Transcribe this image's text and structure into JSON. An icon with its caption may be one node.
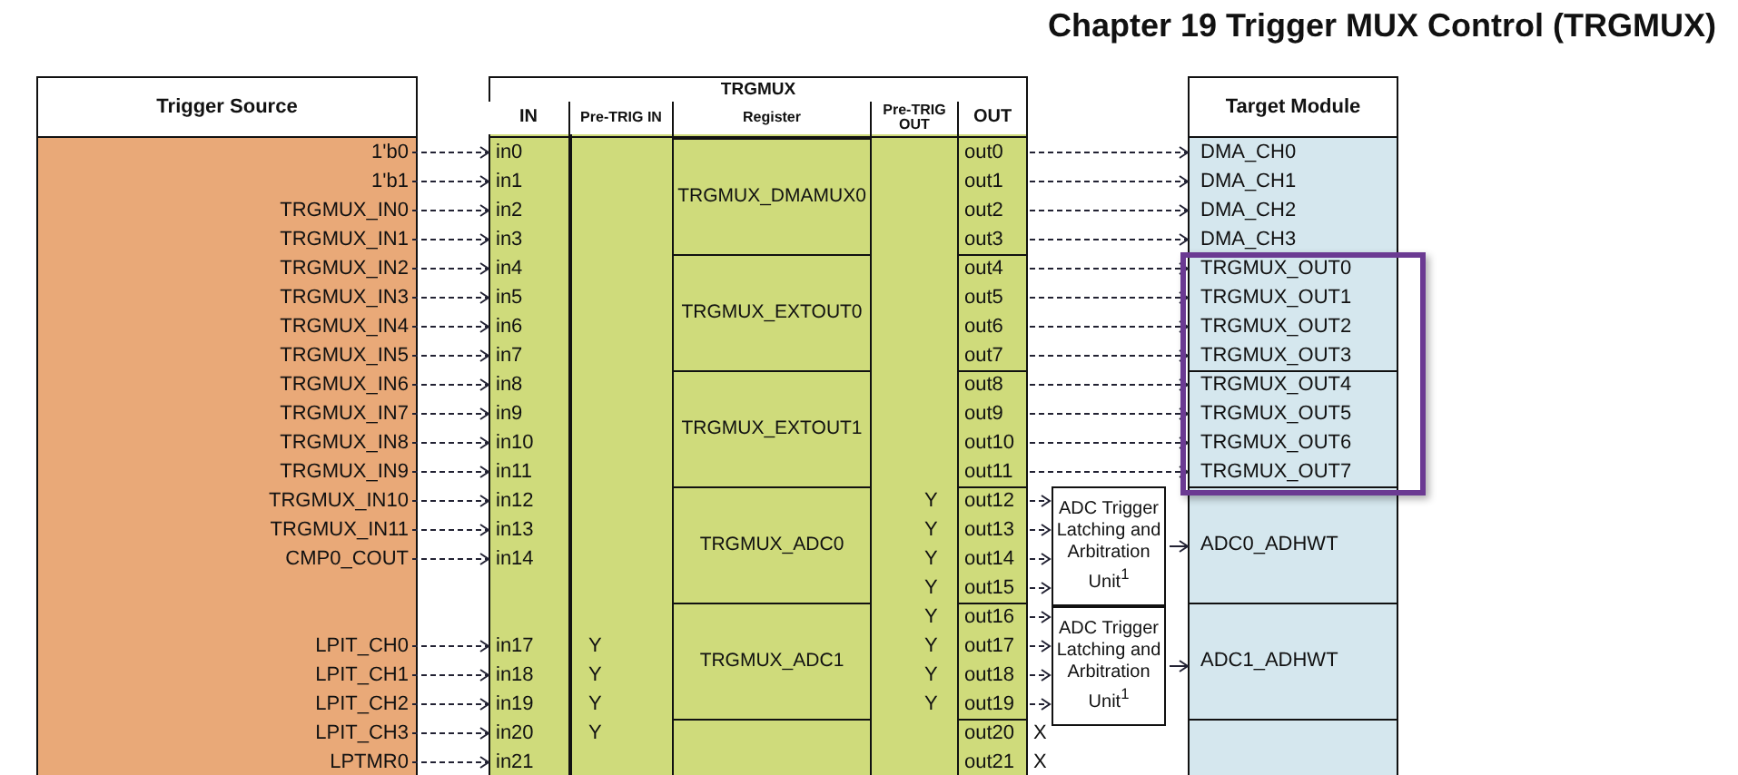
{
  "diagram": {
    "title": "Chapter 19 Trigger MUX Control (TRGMUX)",
    "nodes": [
      {
        "text": [
          "Trigger Source"
        ]
      },
      {
        "text": [
          "1'b0"
        ],
        "in": 0
      },
      {
        "text": [
          "1'b1"
        ],
        "in": 0
      },
      {
        "text": [
          "TRGMUX_IN0"
        ],
        "in": 0
      },
      {
        "text": [
          "TRGMUX_IN1"
        ],
        "in": 0
      },
      {
        "text": [
          "TRGMUX_IN2"
        ],
        "in": 0
      },
      {
        "text": [
          "TRGMUX_IN3"
        ],
        "in": 0
      },
      {
        "text": [
          "TRGMUX_IN4"
        ],
        "in": 0
      },
      {
        "text": [
          "TRGMUX_IN5"
        ],
        "in": 0
      },
      {
        "text": [
          "TRGMUX_IN6"
        ],
        "in": 0
      },
      {
        "text": [
          "TRGMUX_IN7"
        ],
        "in": 0
      },
      {
        "text": [
          "TRGMUX_IN8"
        ],
        "in": 0
      },
      {
        "text": [
          "TRGMUX_IN9"
        ],
        "in": 0
      },
      {
        "text": [
          "TRGMUX_IN10"
        ],
        "in": 0
      },
      {
        "text": [
          "TRGMUX_IN11"
        ],
        "in": 0
      },
      {
        "text": [
          "CMP0_COUT"
        ],
        "in": 0
      },
      {
        "text": [
          "LPIT_CH0"
        ],
        "in": 0
      },
      {
        "text": [
          "LPIT_CH1"
        ],
        "in": 0
      },
      {
        "text": [
          "LPIT_CH2"
        ],
        "in": 0
      },
      {
        "text": [
          "LPIT_CH3"
        ],
        "in": 0
      },
      {
        "text": [
          "LPTMR0"
        ],
        "in": 0
      },
      {
        "text": [
          "TRGMUX"
        ]
      },
      {
        "text": [
          "in0"
        ],
        "in": 21
      },
      {
        "text": [
          "in1"
        ],
        "in": 21
      },
      {
        "text": [
          "in2"
        ],
        "in": 21
      },
      {
        "text": [
          "in3"
        ],
        "in": 21
      },
      {
        "text": [
          "in4"
        ],
        "in": 21
      },
      {
        "text": [
          "in5"
        ],
        "in": 21
      },
      {
        "text": [
          "in6"
        ],
        "in": 21
      },
      {
        "text": [
          "in7"
        ],
        "in": 21
      },
      {
        "text": [
          "in8"
        ],
        "in": 21
      },
      {
        "text": [
          "in9"
        ],
        "in": 21
      },
      {
        "text": [
          "in10"
        ],
        "in": 21
      },
      {
        "text": [
          "in11"
        ],
        "in": 21
      },
      {
        "text": [
          "in12"
        ],
        "in": 21
      },
      {
        "text": [
          "in13"
        ],
        "in": 21
      },
      {
        "text": [
          "in14"
        ],
        "in": 21
      },
      {
        "text": [
          "in17"
        ],
        "in": 21
      },
      {
        "text": [
          "in18"
        ],
        "in": 21
      },
      {
        "text": [
          "in19"
        ],
        "in": 21
      },
      {
        "text": [
          "in20"
        ],
        "in": 21
      },
      {
        "text": [
          "in21"
        ],
        "in": 21
      },
      {
        "text": [
          "TRGMUX_DMAMUX0"
        ],
        "in": 21
      },
      {
        "text": [
          "TRGMUX_EXTOUT0"
        ],
        "in": 21
      },
      {
        "text": [
          "TRGMUX_EXTOUT1"
        ],
        "in": 21
      },
      {
        "text": [
          "TRGMUX_ADC0"
        ],
        "in": 21
      },
      {
        "text": [
          "TRGMUX_ADC1"
        ],
        "in": 21
      },
      {
        "text": [],
        "shape": "box",
        "in": 21
      },
      {
        "text": [
          "out0"
        ],
        "in": 21
      },
      {
        "text": [
          "out1"
        ],
        "in": 21
      },
      {
        "text": [
          "out2"
        ],
        "in": 21
      },
      {
        "text": [
          "out3"
        ],
        "in": 21
      },
      {
        "text": [
          "out4"
        ],
        "in": 21
      },
      {
        "text": [
          "out5"
        ],
        "in": 21
      },
      {
        "text": [
          "out6"
        ],
        "in": 21
      },
      {
        "text": [
          "out7"
        ],
        "in": 21
      },
      {
        "text": [
          "out8"
        ],
        "in": 21
      },
      {
        "text": [
          "out9"
        ],
        "in": 21
      },
      {
        "text": [
          "out10"
        ],
        "in": 21
      },
      {
        "text": [
          "out11"
        ],
        "in": 21
      },
      {
        "text": [
          "out12"
        ],
        "in": 21
      },
      {
        "text": [
          "out13"
        ],
        "in": 21
      },
      {
        "text": [
          "out14"
        ],
        "in": 21
      },
      {
        "text": [
          "out15"
        ],
        "in": 21
      },
      {
        "text": [
          "out16"
        ],
        "in": 21
      },
      {
        "text": [
          "out17"
        ],
        "in": 21
      },
      {
        "text": [
          "out18"
        ],
        "in": 21
      },
      {
        "text": [
          "out19"
        ],
        "in": 21
      },
      {
        "text": [
          "out20"
        ],
        "in": 21
      },
      {
        "text": [
          "out21"
        ],
        "in": 21
      },
      {
        "text": [
          "ADC Trigger Latching and Arbitration Unit$^{1}$"
        ]
      },
      {
        "text": [
          "ADC Trigger Latching and Arbitration Unit$^{1}$"
        ]
      },
      {
        "text": [
          "Target Module"
        ]
      },
      {
        "text": [
          "DMA_CH0"
        ],
        "in": 72
      },
      {
        "text": [
          "DMA_CH1"
        ],
        "in": 72
      },
      {
        "text": [
          "DMA_CH2"
        ],
        "in": 72
      },
      {
        "text": [
          "DMA_CH3"
        ],
        "in": 72
      },
      {
        "text": [
          "TRGMUX_OUT0"
        ],
        "in": 72
      },
      {
        "text": [
          "TRGMUX_OUT1"
        ],
        "in": 72
      },
      {
        "text": [
          "TRGMUX_OUT2"
        ],
        "in": 72
      },
      {
        "text": [
          "TRGMUX_OUT3"
        ],
        "in": 72
      },
      {
        "text": [
          "TRGMUX_OUT4"
        ],
        "in": 72
      },
      {
        "text": [
          "TRGMUX_OUT5"
        ],
        "in": 72
      },
      {
        "text": [
          "TRGMUX_OUT6"
        ],
        "in": 72
      },
      {
        "text": [
          "TRGMUX_OUT7"
        ],
        "in": 72
      },
      {
        "text": [
          "ADC0_ADHWT"
        ],
        "in": 72
      },
      {
        "text": [
          "ADC1_ADHWT"
        ],
        "in": 72
      },
      {
        "text": [],
        "shape": "box",
        "in": 72
      }
    ],
    "edges": [
      {
        "from": 1,
        "to": 22,
        "arrow": "to",
        "style": "dashed"
      },
      {
        "from": 2,
        "to": 23,
        "arrow": "to",
        "style": "dashed"
      },
      {
        "from": 3,
        "to": 24,
        "arrow": "to",
        "style": "dashed"
      },
      {
        "from": 4,
        "to": 25,
        "arrow": "to",
        "style": "dashed"
      },
      {
        "from": 5,
        "to": 26,
        "arrow": "to",
        "style": "dashed"
      },
      {
        "from": 6,
        "to": 27,
        "arrow": "to",
        "style": "dashed"
      },
      {
        "from": 7,
        "to": 28,
        "arrow": "to",
        "style": "dashed"
      },
      {
        "from": 8,
        "to": 29,
        "arrow": "to",
        "style": "dashed"
      },
      {
        "from": 9,
        "to": 30,
        "arrow": "to",
        "style": "dashed"
      },
      {
        "from": 10,
        "to": 31,
        "arrow": "to",
        "style": "dashed"
      },
      {
        "from": 11,
        "to": 32,
        "arrow": "to",
        "style": "dashed"
      },
      {
        "from": 12,
        "to": 33,
        "arrow": "to",
        "style": "dashed"
      },
      {
        "from": 13,
        "to": 34,
        "arrow": "to",
        "style": "dashed"
      },
      {
        "from": 14,
        "to": 35,
        "arrow": "to",
        "style": "dashed"
      },
      {
        "from": 15,
        "to": 36,
        "arrow": "to",
        "style": "dashed"
      },
      {
        "from": 16,
        "to": 37,
        "arrow": "to",
        "style": "dashed"
      },
      {
        "from": 17,
        "to": 38,
        "arrow": "to",
        "style": "dashed"
      },
      {
        "from": 18,
        "to": 39,
        "arrow": "to",
        "style": "dashed"
      },
      {
        "from": 19,
        "to": 40,
        "arrow": "to",
        "style": "dashed"
      },
      {
        "from": 20,
        "to": 41,
        "arrow": "to",
        "style": "dashed"
      },
      {
        "from": 48,
        "to": 73,
        "arrow": "to",
        "style": "dashed"
      },
      {
        "from": 49,
        "to": 74,
        "arrow": "to",
        "style": "dashed"
      },
      {
        "from": 50,
        "to": 75,
        "arrow": "to",
        "style": "dashed"
      },
      {
        "from": 51,
        "to": 76,
        "arrow": "to",
        "style": "dashed"
      },
      {
        "from": 52,
        "to": 77,
        "arrow": "to",
        "style": "dashed"
      },
      {
        "from": 53,
        "to": 78,
        "arrow": "to",
        "style": "dashed"
      },
      {
        "from": 54,
        "to": 79,
        "arrow": "to",
        "style": "dashed"
      },
      {
        "from": 55,
        "to": 80,
        "arrow": "to",
        "style": "dashed"
      },
      {
        "from": 56,
        "to": 81,
        "arrow": "to",
        "style": "dashed"
      },
      {
        "from": 57,
        "to": 82,
        "arrow": "to",
        "style": "dashed"
      },
      {
        "from": 58,
        "to": 83,
        "arrow": "to",
        "style": "dashed"
      },
      {
        "from": 59,
        "to": 84,
        "arrow": "to",
        "style": "dashed"
      },
      {
        "from": 60,
        "to": 70,
        "arrow": "to",
        "style": "dashed"
      },
      {
        "from": 61,
        "to": 70,
        "arrow": "to",
        "style": "dashed"
      },
      {
        "from": 62,
        "to": 70,
        "arrow": "to",
        "style": "dashed"
      },
      {
        "from": 63,
        "to": 70,
        "arrow": "to",
        "style": "dashed"
      },
      {
        "from": 64,
        "to": 71,
        "arrow": "to",
        "style": "dashed"
      },
      {
        "from": 65,
        "to": 71,
        "arrow": "to",
        "style": "dashed"
      },
      {
        "from": 66,
        "to": 71,
        "arrow": "to",
        "style": "dashed"
      },
      {
        "from": 67,
        "to": 71,
        "arrow": "to",
        "style": "dashed"
      },
      {
        "from": 70,
        "to": 85,
        "arrow": "to"
      },
      {
        "from": 71,
        "to": 86,
        "arrow": "to"
      }
    ],
    "labels": [
      "IN",
      "Pre-TRIG IN",
      "Register",
      "Pre-TRIG OUT",
      "OUT",
      "Y",
      "Y",
      "Y",
      "Y",
      "Y",
      "Y",
      "Y",
      "Y",
      "Y",
      "Y",
      "Y",
      "Y",
      "X",
      "X"
    ]
  }
}
